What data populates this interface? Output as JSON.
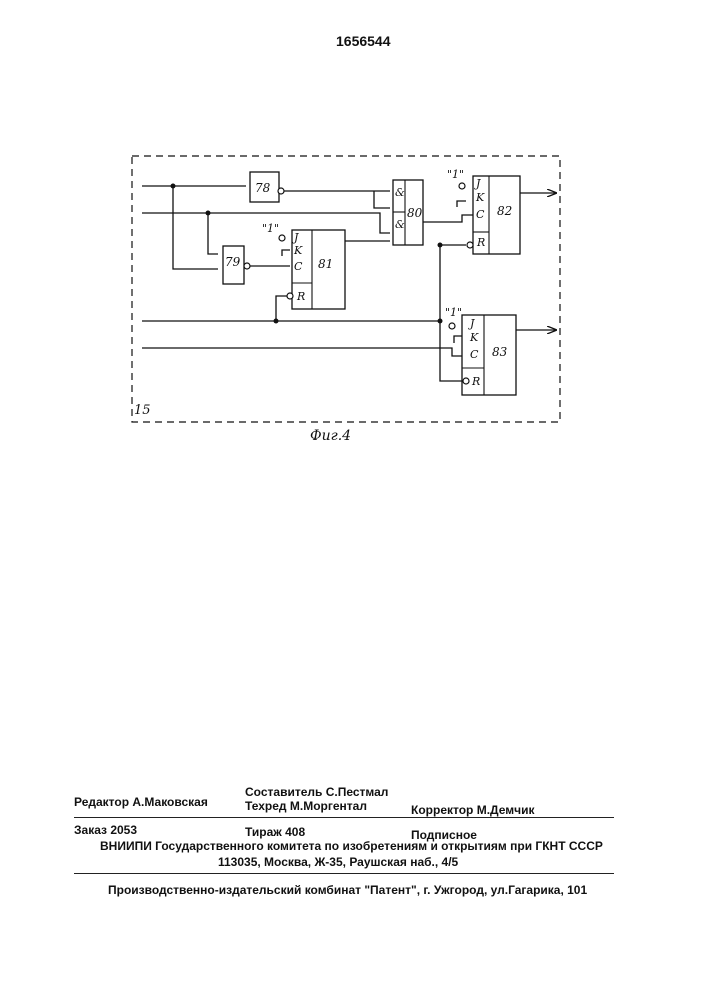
{
  "document": {
    "patent_number": "1656544",
    "figure_caption": "Фиг.4"
  },
  "diagram": {
    "frame_label": "15",
    "blocks": {
      "b78": "78",
      "b79": "79",
      "b80": "80",
      "b81": "81",
      "b82": "82",
      "b83": "83"
    },
    "and_symbol": "&",
    "pins": {
      "j": "J",
      "k": "K",
      "c": "C",
      "r": "R"
    },
    "const_one": "\"1\""
  },
  "imprint": {
    "editor": "Редактор  А.Маковская",
    "compiler": "Составитель  С.Пестмал",
    "techred": "Техред М.Моргентал",
    "corrector": "Корректор  М.Демчик",
    "order": "Заказ  2053",
    "circulation": "Тираж 408",
    "subscription": "Подписное",
    "vniipi": "ВНИИПИ Государственного комитета по изобретениям и открытиям при ГКНТ СССР",
    "address": "113035, Москва, Ж-35, Раушская наб., 4/5",
    "publisher": "Производственно-издательский комбинат \"Патент\", г. Ужгород, ул.Гагарика, 101"
  }
}
